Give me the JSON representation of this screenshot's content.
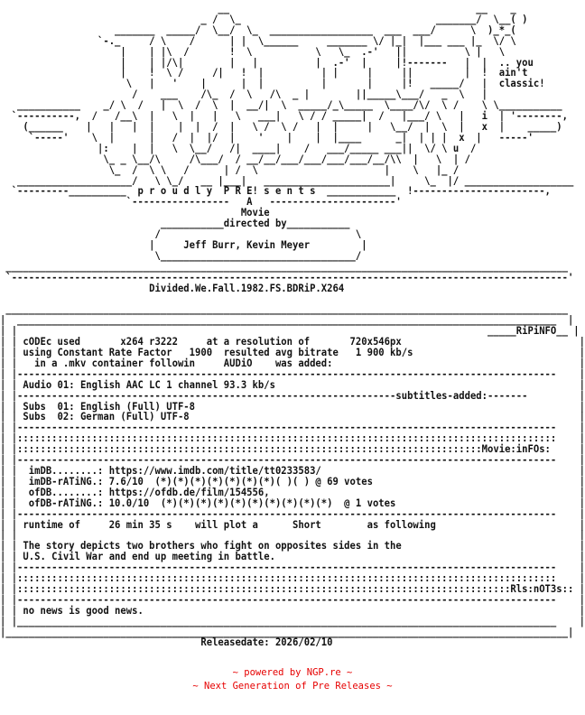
{
  "nfo_text": "                                      __                                           __    _\n                                   _ /  \\_                                  _______/  \\__( )\n                    _______  _____/  \\__/  \\_  __________________  ___  ___/      \\  )_*_(\n                 `-._     / \\    /      | |  \\______     _______ \\/ |_|  |___ ___ |_  \\/ \\\n                     |    | |\\  /       !  \\           \\   \\_  .-'   ||          \\ |   \\\n                     |    | |/\\|        |   |          |  .-'  |     |!-------   |  |  .. you\n                     |    !  \\ /     /|   !  |          | |     |     ||         |  !  ain't\n                      \\   |   '    |      |  |          |       |     |!   _____/   |  classic!\n                       /    ___    /\\_  /  \\   /\\  _ |        ||_____\\___/   _  \\   |\n   ___________    _/ \\  /   |  \\  /  \\  |  __/|  \\  _____/_\\_____  \\____/\\/  \\ /    \\ \\___________\n  `----------,  /   /__\\  |   \\  |   |   \\   ___|   \\ / / _____|  /   |___/ \\   |   i  | '--------,\n    (______    |   |   |  |    |  |  /  |   \\ /  \\ /   |  |     |   \\__/  |  \\  |   x  |    _____)\n     `-----'    \\  |      |   /  |  |/  |    '    |    |  |____      _|  | | |  x  |   -----'\n                 |:    |  |   \\  \\__/   /|  ____|    /   ___/_____ ___||  \\/ \\ u  /\n                  \\_ _ \\__/\\     /\\___/  / __/__/___/___/___/___/__/\\\\  |   \\  | /\n                   \\_  /  \\ \\   /      | /  \\                      |    \\   |_ /\n   ____________________/   \\ \\_/   __ |___|   ______________________|     \\_  |/ ___________________\n  `---------__________  p r o u d l y  P R E! s e n t s  ____________  !-----------------------,\n                      `-----------------   A   ----------------------'\n                                          Movie\n                            ___________directed by___________\n                           /                                  \\\n                          |     Jeff Burr, Kevin Meyer         |\n                           \\__________________________________/\n __________________________________________________________________________________________________\n `-------------------------------------------------------------------------------------------------'\n                          Divided.We.Fall.1982.FS.BDRiP.X264\n\n __________________________________________________________________________________________________\n|  ______________________________________________________________________________________________  |\n| |                                                                                  _____RiPiNFO__ |\n| | cODEc used       x264 r3222     at a resolution of       720x546px                               |\n| | using Constant Rate Factor   1900  resulted avg bitrate   1 900 kb/s                             |\n| |   in a .mkv container followin     AUDiO    was added:                                           |\n| |----------------------------------------------------------------------------------------------    |\n| | Audio 01: English AAC LC 1 channel 93.3 kb/s                                                     |\n| |------------------------------------------------------------------subtitles-added:-------         |\n| | Subs  01: English (Full) UTF-8                                                                   |\n| | Subs  02: German (Full) UTF-8                                                                    |\n| |----------------------------------------------------------------------------------------------    |\n| |::::::::::::::::::::::::::::::::::::::::::::::::::::::::::::::::::::::::::::::::::::::::::::::    |\n| |:::::::::::::::::::::::::::::::::::::::::::::::::::::::::::::::::::::::::::::::::Movie:inFOs:     |\n| |----------------------------------------------------------------------------------------------    |\n| |  imDB........: https://www.imdb.com/title/tt0233583/                                             |\n| |  imDB-rATiNG.: 7.6/10  (*)(*)(*)(*)(*)(*)(*)( )( ) @ 69 votes                                    |\n| |  ofDB........: https://ofdb.de/film/154556,                                                      |\n| |  ofDB-rATiNG.: 10.0/10  (*)(*)(*)(*)(*)(*)(*)(*)(*)(*)  @ 1 votes                                |\n| |----------------------------------------------------------------------------------------------    |\n| | runtime of     26 min 35 s    will plot a      Short        as following                         |\n| |                                                                                                  |\n| | The story depicts two brothers who fight on opposites sides in the                               |\n| | U.S. Civil War and end up meeting in battle.                                                     |\n| |----------------------------------------------------------------------------------------------    |\n| |::::::::::::::::::::::::::::::::::::::::::::::::::::::::::::::::::::::::::::::::::::::::::::::    |\n| |::::::::::::::::::::::::::::::::::::::::::::::::::::::::::::::::::::::::::::::::::::::Rls:nOT3s:: |\n| |----------------------------------------------------------------------------------------------    |\n| | no news is good news.                                                                            |\n| |______________________________________________________________________________________________    |\n|__________________________________________________________________________________________________|\n                                   Releasedate: 2026/02/10",
  "footer": {
    "line1": "~ powered by NGP.re ~",
    "line2": "~ Next Generation of Pre Releases ~"
  }
}
